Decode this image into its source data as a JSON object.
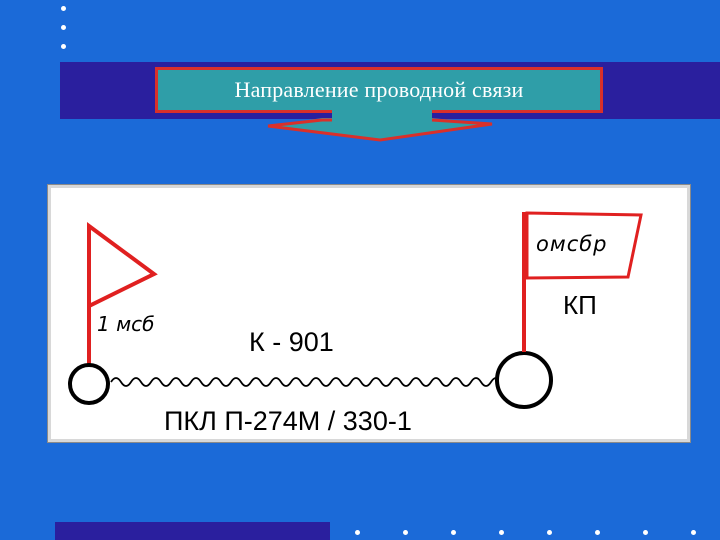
{
  "slide": {
    "title": "Направление проводной связи",
    "colors": {
      "background": "#1b6ad8",
      "band": "#2a1f9e",
      "title_fill": "#2f9ea8",
      "accent_red": "#d9302a",
      "diagram_red": "#e02020"
    }
  },
  "diagram": {
    "left_post_label": "1 мсб",
    "right_flag_label": "омсбр",
    "right_post_label": "КП",
    "line_callsign": "К - 901",
    "cable_label": "ПКЛ П-274М / 330-1"
  }
}
